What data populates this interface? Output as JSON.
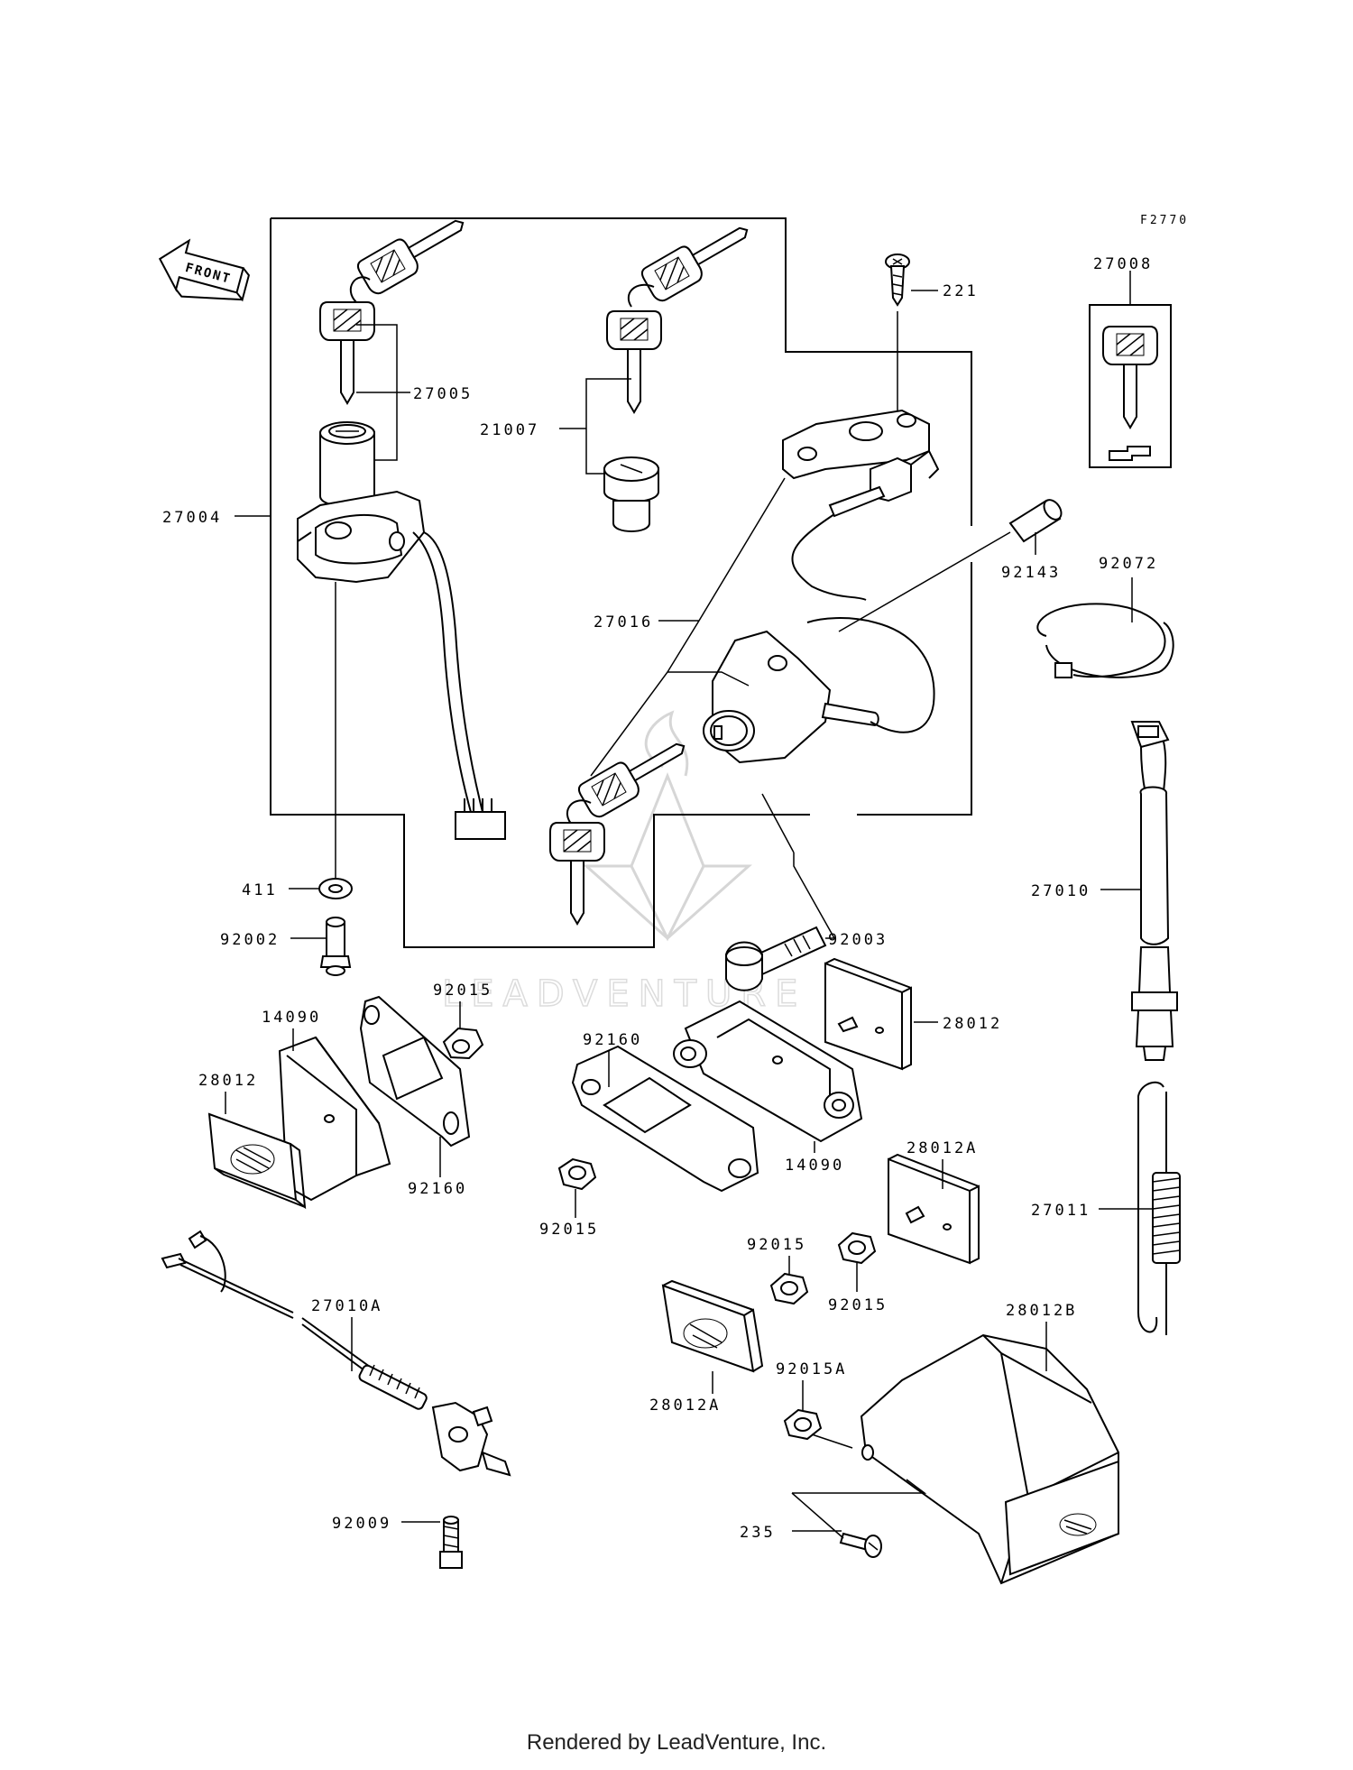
{
  "figure_code": "F2770",
  "front_label": "FRONT",
  "watermark_text": "LEADVENTURE",
  "footer": "Rendered by LeadVenture, Inc.",
  "labels": {
    "p27005": "27005",
    "p21007": "21007",
    "p221": "221",
    "p27008": "27008",
    "p27004": "27004",
    "p27016": "27016",
    "p92143": "92143",
    "p92072": "92072",
    "p27010": "27010",
    "p411": "411",
    "p92003": "92003",
    "p92002": "92002",
    "p92015_a": "92015",
    "p14090_a": "14090",
    "p28012_a": "28012",
    "p92160_a": "92160",
    "p92160_b": "92160",
    "p28012_b": "28012",
    "p14090_b": "14090",
    "p92015_b": "92015",
    "p28012A_a": "28012A",
    "p92015_c": "92015",
    "p92015_d": "92015",
    "p27011": "27011",
    "p27010A": "27010A",
    "p28012B": "28012B",
    "p92015A": "92015A",
    "p28012A_b": "28012A",
    "p235": "235",
    "p92009": "92009"
  }
}
